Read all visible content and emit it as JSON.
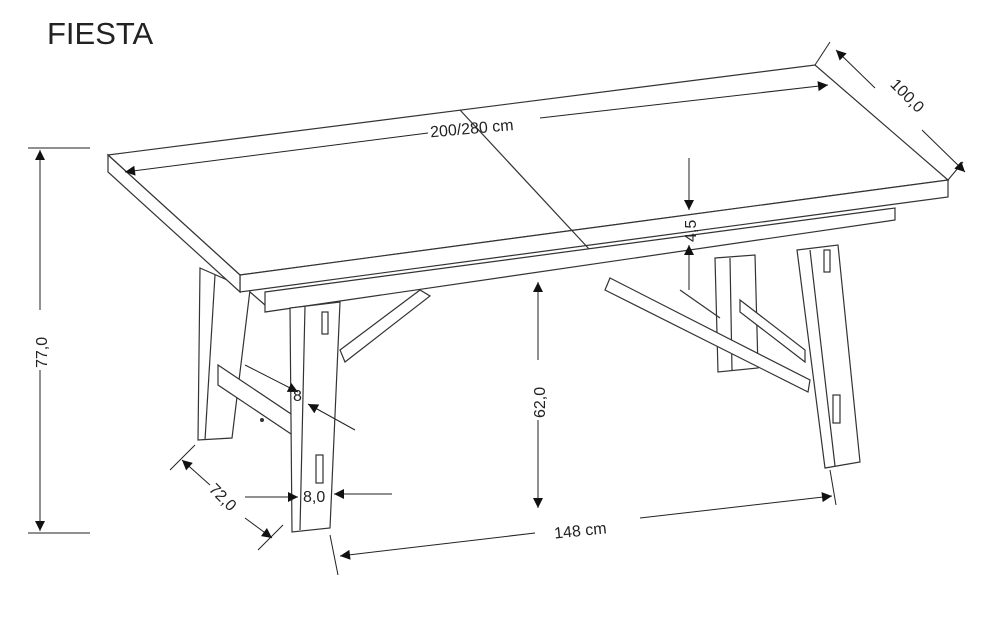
{
  "title": "FIESTA",
  "dimensions": {
    "length": "200/280 cm",
    "width": "100,0",
    "top_thickness": "4,5",
    "total_height": "77,0",
    "clearance_height": "62,0",
    "stretcher": "8",
    "leg_span": "72,0",
    "leg_width": "8,0",
    "leg_distance": "148 cm"
  }
}
